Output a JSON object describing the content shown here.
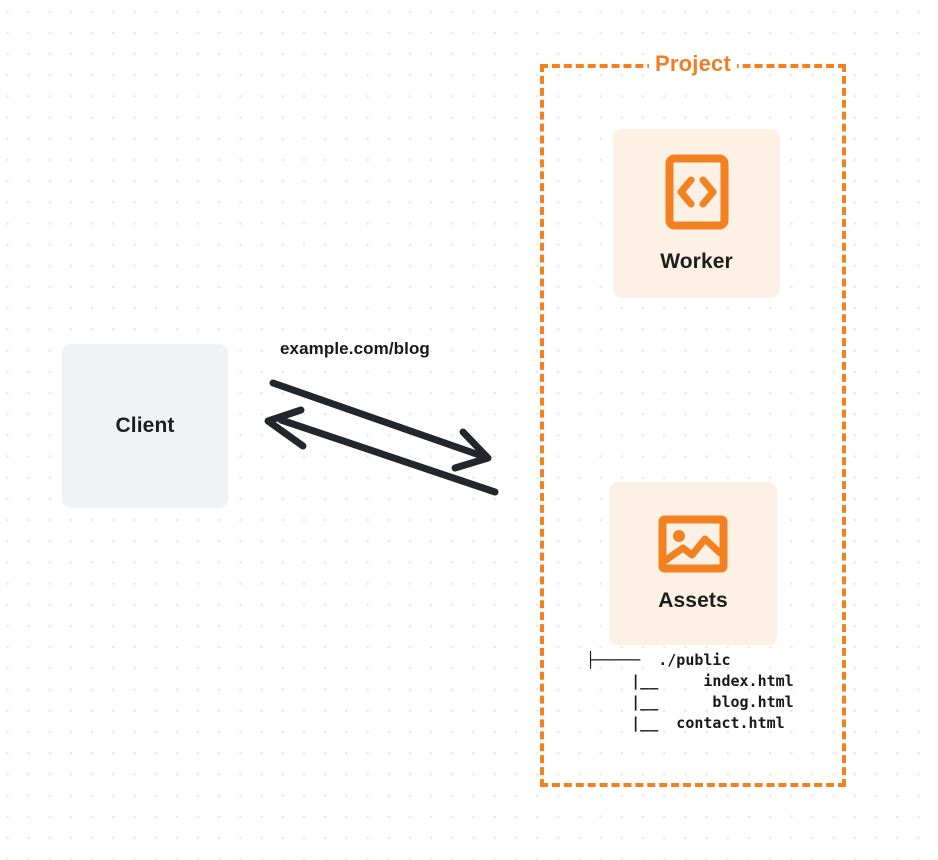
{
  "diagram": {
    "background": "dot-grid",
    "colors": {
      "accent_orange": "#f48120",
      "label_orange": "#ef7e22",
      "node_orange_fill": "#fdf1e5",
      "node_gray_fill": "#f1f2f4",
      "text_dark": "#16181a",
      "arrow": "#23272b",
      "dot_grid": "#e9e9ea"
    }
  },
  "group": {
    "label": "Project",
    "border_style": "dashed",
    "border_color": "#f48120"
  },
  "nodes": {
    "client": {
      "title": "Client",
      "icon": "none",
      "fill": "#f1f2f4"
    },
    "worker": {
      "title": "Worker",
      "icon": "code-brackets-icon",
      "fill": "#fdf1e5"
    },
    "assets": {
      "title": "Assets",
      "icon": "image-icon",
      "fill": "#fdf1e5"
    }
  },
  "file_tree": {
    "lines": [
      "├─────  ./public",
      "     |__     index.html",
      "     |__      blog.html",
      "     |__  contact.html"
    ],
    "root": "./public",
    "files": [
      "index.html",
      "blog.html",
      "contact.html"
    ]
  },
  "edges": [
    {
      "name": "client-to-project",
      "label": "example.com/blog",
      "direction": "bidirectional",
      "request_arrow": "left-to-right",
      "response_arrow": "right-to-left"
    }
  ]
}
